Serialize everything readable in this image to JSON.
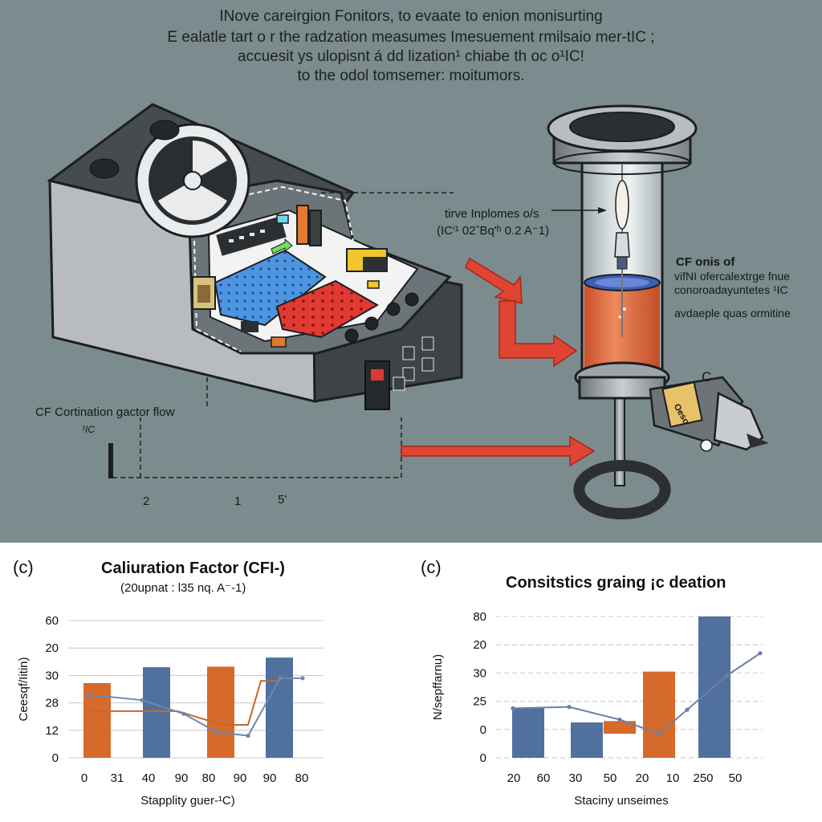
{
  "header": {
    "line1": "INove careirgion Fonitors, to evaate to enion monisurting",
    "line2": "E ealatle tart o r the radzation measumes Imesuement rmilsaio mer-tIC ;",
    "line3": "accuesit ys ulopisnt á dd lization¹ chiabe th oc o¹IC!",
    "line4": "to the odol tomsemer: moitumors."
  },
  "labels": {
    "inlet_a": "tirve Inplomes o/s",
    "inlet_b": "(ICⁱ¹ 02ˆBq'ʰ 0.2 A⁻1)",
    "cf_title": "CF onis of",
    "cf_l1": "vifNI ofercalextrge fnue",
    "cf_l2": "conoroadayuntetes ¹IC",
    "cf_l3": "avdaeple quas ormitine",
    "c_mark": "C",
    "flow": "CF Cortination gactor flow",
    "flow_sub": "¹IC",
    "axis_2": "2",
    "axis_1": "1",
    "axis_5": "5'",
    "vial": "Oeso"
  },
  "colors": {
    "background": "#7c8b8e",
    "orange_bar": "#d66a2a",
    "blue_bar": "#50709e",
    "arrow_red": "#e04433",
    "liquid": "#e4703f"
  },
  "chart_data": [
    {
      "type": "bar",
      "panel": "(c)",
      "title": "Caliuration Factor (CFI-)",
      "subtitle": "(20upnat : l35 nq. A⁻-1)",
      "xlabel": "Stapplity guer-¹C)",
      "ylabel": "Ceesqf/Iitin)",
      "y_ticks": [
        "60",
        "20",
        "30",
        "28",
        "12",
        "0"
      ],
      "x_ticks": [
        "0",
        "31",
        "40",
        "90",
        "80",
        "90",
        "90",
        "80"
      ],
      "bars": [
        {
          "value": 27.2,
          "color": "orange"
        },
        {
          "value": 33,
          "color": "blue"
        },
        {
          "value": 33.2,
          "color": "orange"
        },
        {
          "value": 36.5,
          "color": "blue"
        }
      ],
      "line": [
        {
          "x": 0.3,
          "y": 23
        },
        {
          "x": 1.15,
          "y": 21
        },
        {
          "x": 1.8,
          "y": 16
        },
        {
          "x": 2.3,
          "y": 9.5
        },
        {
          "x": 2.8,
          "y": 8
        },
        {
          "x": 3.3,
          "y": 29
        },
        {
          "x": 3.65,
          "y": 29
        }
      ],
      "flat_line": [
        {
          "x": 0.35,
          "y": 17
        },
        {
          "x": 1.7,
          "y": 17
        },
        {
          "x": 2.4,
          "y": 12
        },
        {
          "x": 2.8,
          "y": 12
        },
        {
          "x": 3.0,
          "y": 28
        },
        {
          "x": 3.3,
          "y": 28
        }
      ]
    },
    {
      "type": "bar",
      "panel": "(c)",
      "title": "Consitstics graing ¡c deation",
      "xlabel": "Staciny unseimes",
      "ylabel": "N/sepffarnu)",
      "y_ticks": [
        "80",
        "20",
        "30",
        "25",
        "0",
        "0"
      ],
      "x_ticks": [
        "20",
        "60",
        "30",
        "50",
        "20",
        "10",
        "250",
        "50"
      ],
      "bars": [
        {
          "value": 17.5,
          "color": "blue"
        },
        {
          "value": 12.5,
          "color": "blue"
        },
        {
          "value": 4.5,
          "color": "orange",
          "base": 8.5
        },
        {
          "value": 30.5,
          "color": "orange"
        },
        {
          "value": 50,
          "color": "blue"
        }
      ],
      "line": [
        {
          "x": 0.3,
          "y": 17.5
        },
        {
          "x": 1.3,
          "y": 18
        },
        {
          "x": 2.2,
          "y": 13.5
        },
        {
          "x": 2.9,
          "y": 8.5
        },
        {
          "x": 3.4,
          "y": 17
        },
        {
          "x": 4.1,
          "y": 29
        },
        {
          "x": 4.7,
          "y": 37
        }
      ]
    }
  ]
}
